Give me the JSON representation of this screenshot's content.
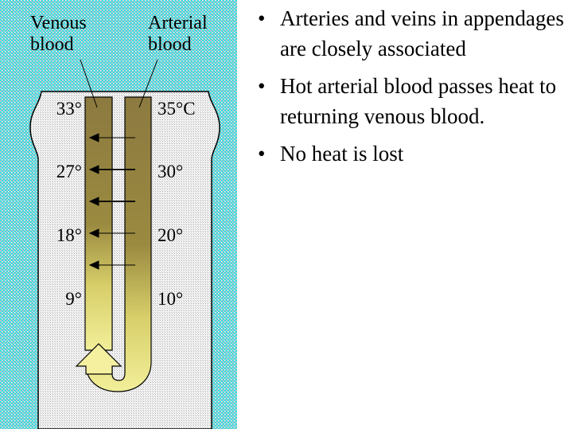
{
  "diagram": {
    "labels": {
      "venous": [
        "Venous",
        "blood"
      ],
      "arterial": [
        "Arterial",
        "blood"
      ]
    },
    "venous_temps": [
      "33°",
      "27°",
      "18°",
      "9°"
    ],
    "arterial_temps": [
      "35°C",
      "30°",
      "20°",
      "10°"
    ],
    "colors": {
      "background": "#9fd6d6",
      "vessel_warm": "#8a7a3a",
      "vessel_cool": "#e8e070",
      "limb": "#e6e6e6"
    }
  },
  "bullets": [
    {
      "symbol": "•",
      "text": "Arteries and veins in appendages are closely associated"
    },
    {
      "symbol": "•",
      "text": "Hot arterial blood passes heat to returning venous blood."
    },
    {
      "symbol": "•",
      "text": "No heat is lost"
    }
  ]
}
